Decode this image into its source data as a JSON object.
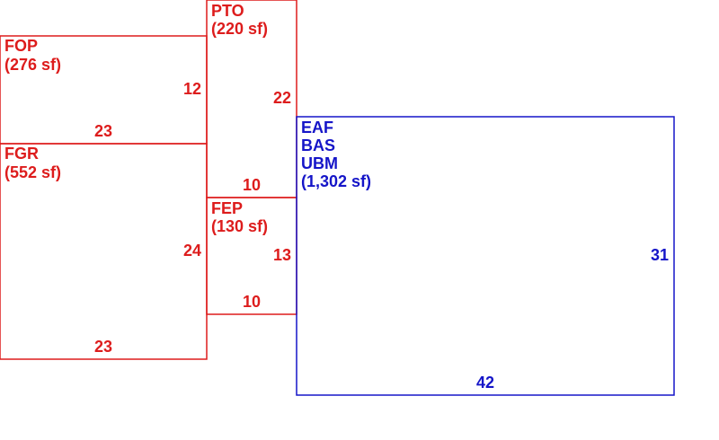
{
  "colors": {
    "addition": "#dd1c1c",
    "main": "#1515c8"
  },
  "areas": {
    "pto": {
      "code": "PTO",
      "area": "(220 sf)",
      "side": "22",
      "bottom": "10"
    },
    "fop": {
      "code": "FOP",
      "area": "(276 sf)",
      "side": "12",
      "bottom": "23"
    },
    "fgr": {
      "code": "FGR",
      "area": "(552 sf)",
      "side": "24",
      "bottom": "23"
    },
    "fep": {
      "code": "FEP",
      "area": "(130 sf)",
      "side": "13",
      "bottom": "10"
    },
    "main": {
      "codes": [
        "EAF",
        "BAS",
        "UBM"
      ],
      "area": "(1,302 sf)",
      "side": "31",
      "bottom": "42"
    }
  }
}
